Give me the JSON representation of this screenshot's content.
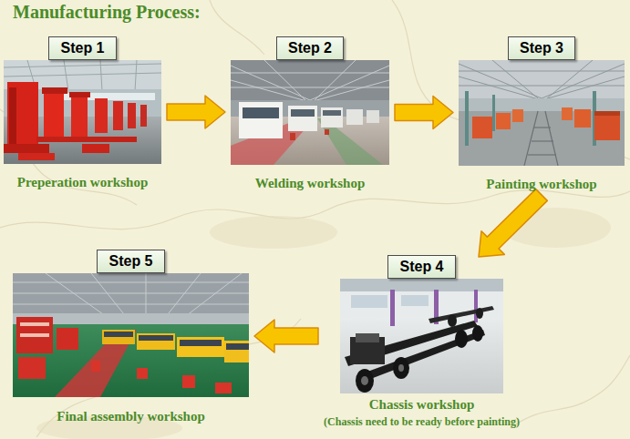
{
  "diagram": {
    "title": "Manufacturing Process:",
    "nodes": [
      {
        "text": [
          "Step 1",
          "Preperation workshop"
        ]
      },
      {
        "text": [
          "Step 2",
          "Welding workshop"
        ]
      },
      {
        "text": [
          "Step 3",
          "Painting workshop"
        ]
      },
      {
        "text": [
          "Step 4",
          "Chassis workshop",
          "(Chassis need to be ready before painting)"
        ]
      },
      {
        "text": [
          "Step 5",
          "Final assembly workshop"
        ]
      }
    ],
    "edges": [
      {
        "from": 0,
        "to": 1,
        "arrow": "to"
      },
      {
        "from": 1,
        "to": 2,
        "arrow": "to"
      },
      {
        "from": 2,
        "to": 3,
        "arrow": "to"
      },
      {
        "from": 3,
        "to": 4,
        "arrow": "to"
      }
    ]
  }
}
